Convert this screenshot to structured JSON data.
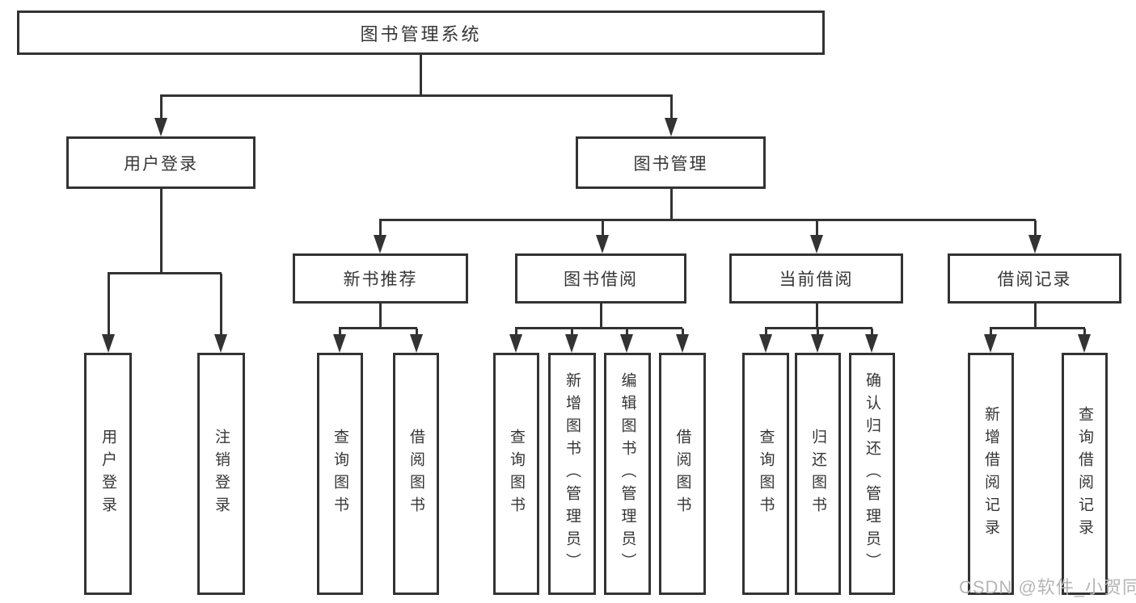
{
  "nodes": {
    "root": "图书管理系统",
    "user_login": "用户登录",
    "book_management": "图书管理",
    "new_book_recommend": "新书推荐",
    "book_borrow": "图书借阅",
    "current_borrow": "当前借阅",
    "borrow_records": "借阅记录",
    "leaves": {
      "login": [
        "用户登录",
        "注销登录"
      ],
      "recommend": [
        "查询图书",
        "借阅图书"
      ],
      "borrow": [
        "查询图书",
        "新增图书（管理员）",
        "编辑图书（管理员）",
        "借阅图书"
      ],
      "current": [
        "查询图书",
        "归还图书",
        "确认归还（管理员）"
      ],
      "records": [
        "新增借阅记录",
        "查询借阅记录"
      ]
    }
  },
  "watermark": "CSDN @软件_小贺同学",
  "colors": {
    "line": "#333333",
    "text": "#363636",
    "watermark": "#b5b5b5",
    "background": "#ffffff"
  }
}
